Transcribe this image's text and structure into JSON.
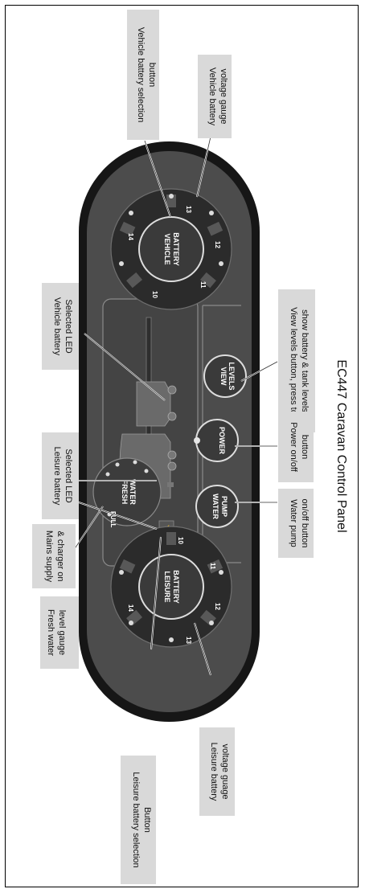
{
  "caption": "EC447 Caravan Control Panel",
  "callouts": {
    "vehicle_battery_selection": [
      "Vehicle battery selection",
      "button"
    ],
    "vehicle_voltage_gauge": [
      "Vehicle battery",
      "voltage gauge"
    ],
    "vehicle_led": [
      "Vehicle battery",
      "Selected LED"
    ],
    "leisure_led": [
      "Leisure battery",
      "Selected LED"
    ],
    "mains": [
      "Mains supply",
      "& charger on"
    ],
    "fresh_water_gauge": [
      "Fresh water",
      "level gauge"
    ],
    "leisure_selection": [
      "Leisure battery selection",
      "Button"
    ],
    "leisure_voltage_gauge": [
      "Leisure battery",
      "voltage guage"
    ],
    "view_levels": [
      "View levels button, press to",
      "show battery & tank levels"
    ],
    "power": [
      "Power on/off",
      "button"
    ],
    "water_pump": [
      "Water pump",
      "on/off button"
    ]
  },
  "panel": {
    "vehicle_button": [
      "VEHICLE",
      "BATTERY"
    ],
    "leisure_button": [
      "LEISURE",
      "BATTERY"
    ],
    "view_button": [
      "VIEW",
      "LEVELS"
    ],
    "power_button": "POWER",
    "pump_button": [
      "WATER",
      "PUMP"
    ],
    "fresh_water": [
      "FRESH",
      "WATER"
    ],
    "fresh_full": "FULL",
    "vehicle_ticks": [
      "14",
      "13",
      "12",
      "11",
      "10"
    ],
    "leisure_ticks": [
      "14",
      "13",
      "12",
      "11",
      "10"
    ],
    "mains_symbol": "⚡"
  },
  "colors": {
    "callout_box": "#d9d9d9",
    "panel_outer": "#161616",
    "panel_face": "#4a4a4a",
    "panel_line": "#8a8a8a"
  }
}
